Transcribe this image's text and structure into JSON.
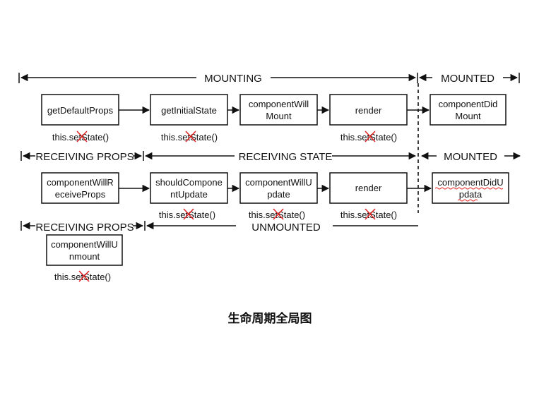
{
  "phases": {
    "mounting": "MOUNTING",
    "mounted_top": "MOUNTED",
    "receiving_props_1": "RECEIVING PROPS",
    "receiving_state": "RECEIVING STATE",
    "mounted_mid": "MOUNTED",
    "receiving_props_2": "RECEIVING PROPS",
    "unmounted": "UNMOUNTED"
  },
  "row1": {
    "box1": [
      "getDefaultProps"
    ],
    "box2": [
      "getInitialState"
    ],
    "box3": [
      "componentWill",
      "Mount"
    ],
    "box4": [
      "render"
    ],
    "box5": [
      "componentDid",
      "Mount"
    ]
  },
  "row2": {
    "box1": [
      "componentWillR",
      "eceiveProps"
    ],
    "box2": [
      "shouldCompone",
      "ntUpdate"
    ],
    "box3": [
      "componentWillU",
      "pdate"
    ],
    "box4": [
      "render"
    ],
    "box5": [
      "componentDidU",
      "pdata"
    ]
  },
  "row3": {
    "box1": [
      "componentWillU",
      "nmount"
    ]
  },
  "setstate_note": "this.setState()",
  "title": "生命周期全局图",
  "colors": {
    "line": "#111111",
    "cross": "#e02020",
    "spellcheck": "#e02020"
  }
}
